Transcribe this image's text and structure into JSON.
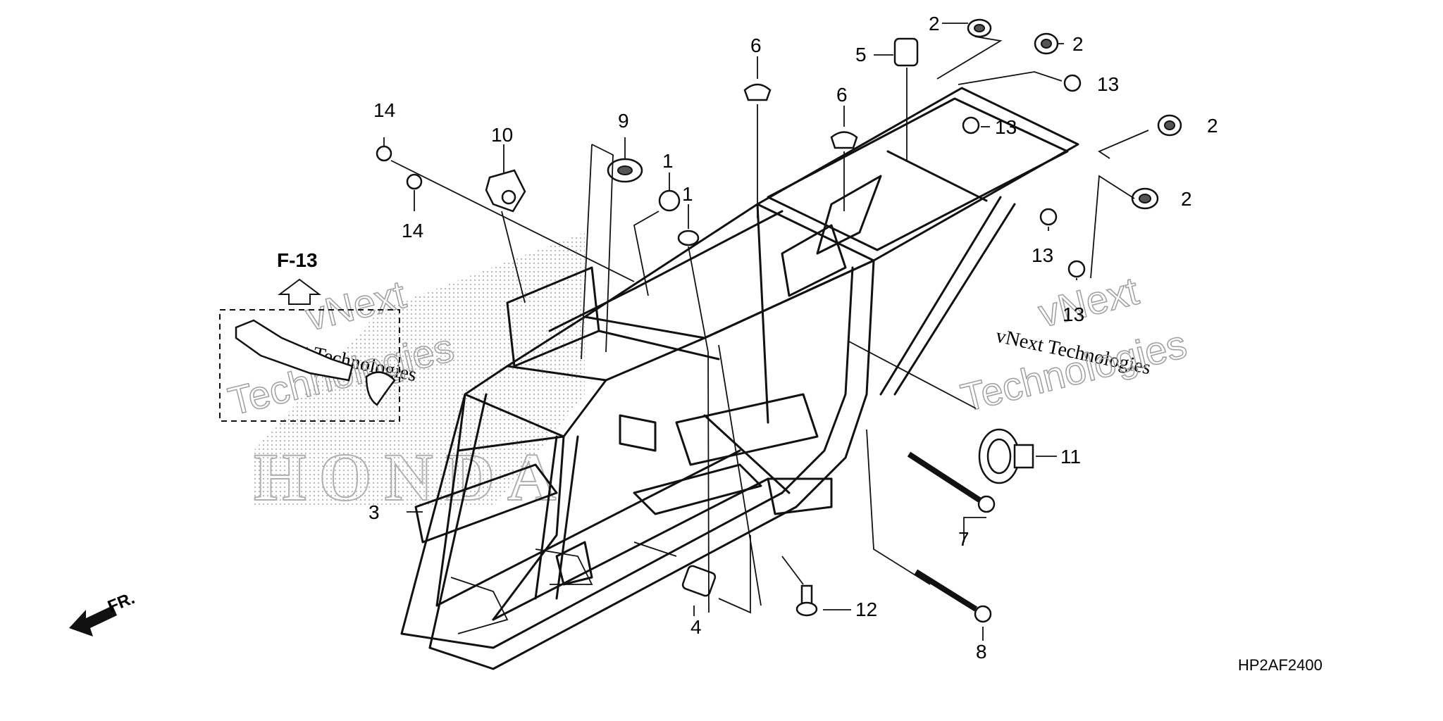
{
  "diagram": {
    "callouts": {
      "c1a": "1",
      "c1b": "1",
      "c2a": "2",
      "c2b": "2",
      "c2c": "2",
      "c2d": "2",
      "c3": "3",
      "c4": "4",
      "c5": "5",
      "c6a": "6",
      "c6b": "6",
      "c7": "7",
      "c8": "8",
      "c9": "9",
      "c10": "10",
      "c11": "11",
      "c12": "12",
      "c13a": "13",
      "c13b": "13",
      "c13c": "13",
      "c13d": "13",
      "c14a": "14",
      "c14b": "14"
    },
    "reference": "F-13",
    "front_label": "FR.",
    "part_code": "HP2AF2400",
    "watermarks": {
      "w1": "vNext Technologies",
      "w2": "vNext",
      "w3": "Technologies",
      "w4": "vNext Technologies",
      "w5": "vNext",
      "w6": "Technologies",
      "w7": "HONDA"
    },
    "colors": {
      "line": "#111111",
      "watermark": "#bdbdbd",
      "background": "#ffffff"
    }
  }
}
